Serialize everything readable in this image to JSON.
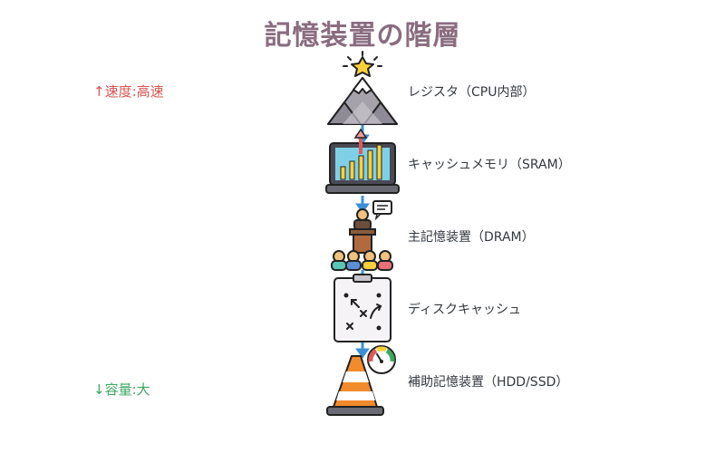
{
  "title": "記憶装置の階層",
  "speed_label": "↑速度:高速",
  "capacity_label": "↓容量:大",
  "levels": [
    {
      "label": "レジスタ（CPU内部）",
      "icon": "mountain-star-icon"
    },
    {
      "label": "キャッシュメモリ（SRAM）",
      "icon": "laptop-chart-icon"
    },
    {
      "label": "主記憶装置（DRAM）",
      "icon": "presentation-audience-icon"
    },
    {
      "label": "ディスクキャッシュ",
      "icon": "strategy-board-icon"
    },
    {
      "label": "補助記憶装置（HDD/SSD）",
      "icon": "traffic-cone-icon"
    }
  ],
  "colors": {
    "title": "#8a6c80",
    "speed": "#d9534f",
    "capacity": "#3aa860",
    "connector": "#3b8fd8"
  }
}
